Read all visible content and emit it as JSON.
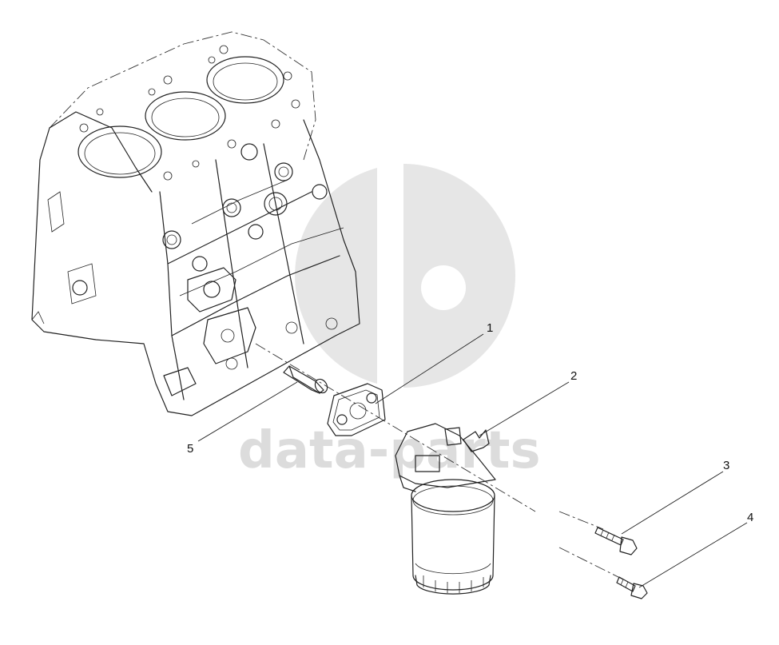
{
  "watermark": {
    "text": "data-parts",
    "color": "#dcdcdc"
  },
  "callouts": [
    {
      "id": "1",
      "label": "1"
    },
    {
      "id": "2",
      "label": "2"
    },
    {
      "id": "3",
      "label": "3"
    },
    {
      "id": "4",
      "label": "4"
    },
    {
      "id": "5",
      "label": "5"
    }
  ],
  "colors": {
    "line": "#222222",
    "background": "#ffffff"
  }
}
